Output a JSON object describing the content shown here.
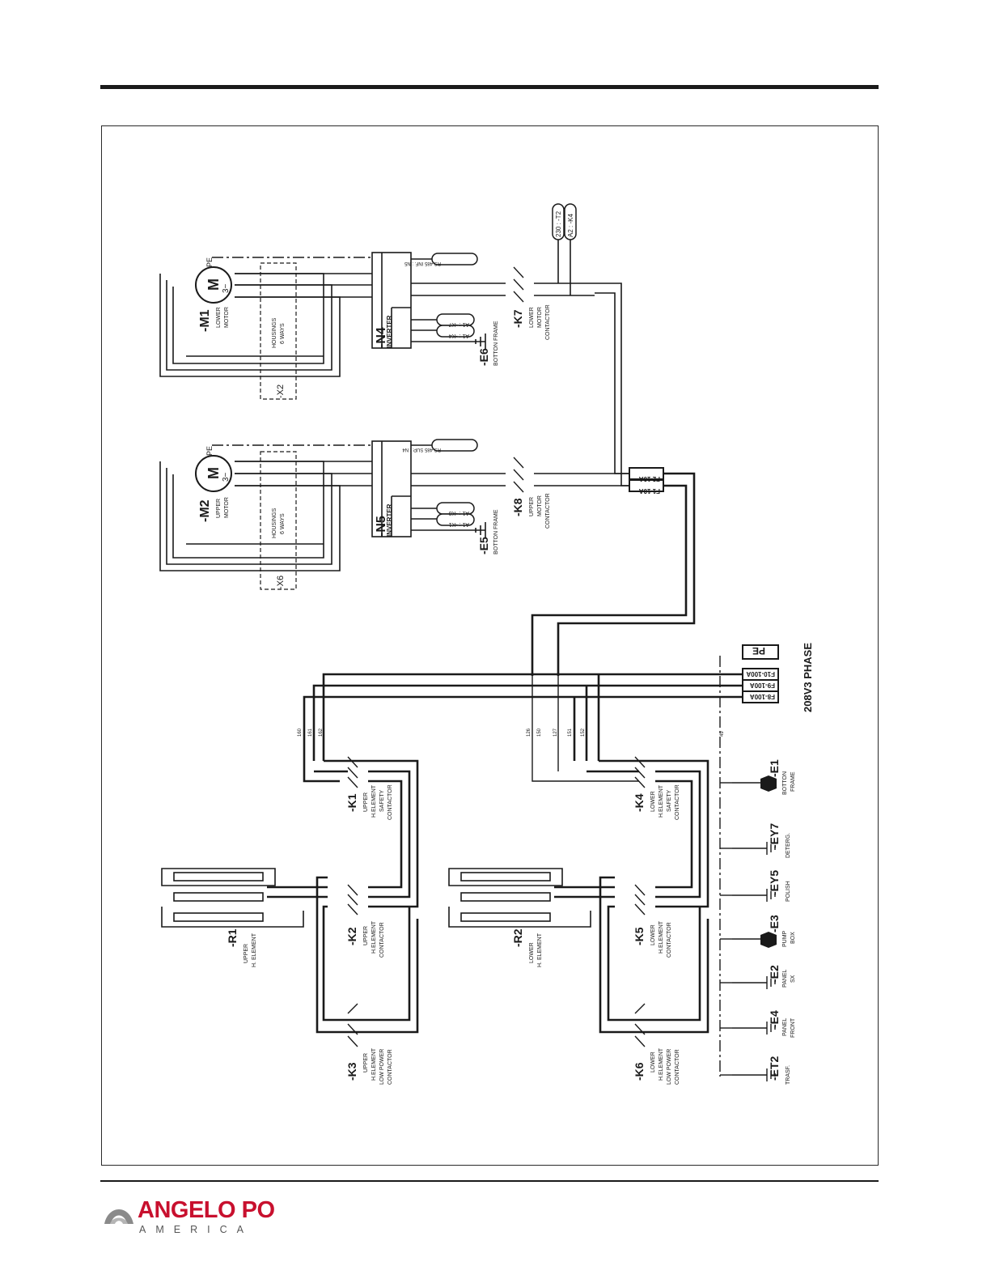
{
  "brand": {
    "name": "ANGELO PO",
    "sub": "AMERICA",
    "color_red": "#c8102e",
    "color_grey": "#8a8a8a"
  },
  "diagram": {
    "supply_label": "208V3 PHASE",
    "fuses_main": [
      "F10-100A",
      "F9-100A",
      "F8-100A"
    ],
    "pe_label": "PE",
    "aux_fuses": [
      "F2 10A",
      "F1 10A"
    ],
    "refs_top": [
      "230 : -T2",
      "A2 : -K4"
    ],
    "motors": [
      {
        "id": "-M1",
        "desc": [
          "LOWER",
          "MOTOR"
        ],
        "symbol": "M",
        "phase": "3~",
        "pe": "PE"
      },
      {
        "id": "-M2",
        "desc": [
          "UPPER",
          "MOTOR"
        ],
        "symbol": "M",
        "phase": "3~",
        "pe": "PE"
      }
    ],
    "housings": [
      {
        "id": "-X2",
        "desc": [
          "HOUSINGS",
          "6 WAYS"
        ]
      },
      {
        "id": "-X6",
        "desc": [
          "HOUSINGS",
          "6 WAYS"
        ]
      }
    ],
    "inverters": [
      {
        "id": "-N4",
        "label": "INVERTER",
        "rs": "RS 485 INF. : N5",
        "refs": [
          "A1 : -K7",
          "A1 : -K4"
        ]
      },
      {
        "id": "-N5",
        "label": "INVERTER",
        "rs": "RS 485 SUP. : N4",
        "refs": [
          "A1 : -K8",
          "A1 : -K1"
        ]
      }
    ],
    "frames": [
      {
        "id": "-E6",
        "desc": "BOTTON FRAME"
      },
      {
        "id": "-E5",
        "desc": "BOTTON FRAME"
      }
    ],
    "contactors": [
      {
        "id": "-K7",
        "desc": [
          "LOWER",
          "MOTOR",
          "CONTACTOR"
        ]
      },
      {
        "id": "-K8",
        "desc": [
          "UPPER",
          "MOTOR",
          "CONTACTOR"
        ]
      },
      {
        "id": "-K1",
        "desc": [
          "UPPER",
          "H.ELEMENT",
          "SAFETY",
          "CONTACTOR"
        ]
      },
      {
        "id": "-K4",
        "desc": [
          "LOWER",
          "H.ELEMENT",
          "SAFETY",
          "CONTACTOR"
        ]
      },
      {
        "id": "-K2",
        "desc": [
          "UPPER",
          "H.ELEMENT",
          "CONTACTOR"
        ]
      },
      {
        "id": "-K5",
        "desc": [
          "LOWER",
          "H.ELEMENT",
          "CONTACTOR"
        ]
      },
      {
        "id": "-K3",
        "desc": [
          "UPPER",
          "H.ELEMENT",
          "LOW POWER",
          "CONTACTOR"
        ]
      },
      {
        "id": "-K6",
        "desc": [
          "LOWER",
          "H.ELEMENT",
          "LOW POWER",
          "CONTACTOR"
        ]
      }
    ],
    "elements": [
      {
        "id": "-R1",
        "desc": [
          "UPPER",
          "H. ELEMENT"
        ]
      },
      {
        "id": "-R2",
        "desc": [
          "LOWER",
          "H. ELEMENT"
        ]
      }
    ],
    "earths": [
      {
        "id": "-E1",
        "desc": [
          "BOTTON",
          "FRAME"
        ]
      },
      {
        "id": "-EY7",
        "desc": [
          "DETERG."
        ]
      },
      {
        "id": "-EY5",
        "desc": [
          "POLISH"
        ]
      },
      {
        "id": "-E3",
        "desc": [
          "PUMP",
          "BOX"
        ]
      },
      {
        "id": "-E2",
        "desc": [
          "PANEL",
          "SX"
        ]
      },
      {
        "id": "-E4",
        "desc": [
          "PANEL",
          "FRONT"
        ]
      },
      {
        "id": "-ET2",
        "desc": [
          "TRASF."
        ]
      }
    ],
    "wire_numbers_upper": [
      "160",
      "161",
      "162"
    ],
    "wire_numbers_lower": [
      "126",
      "150",
      "127",
      "151",
      "152"
    ],
    "wire_pe": "49"
  }
}
